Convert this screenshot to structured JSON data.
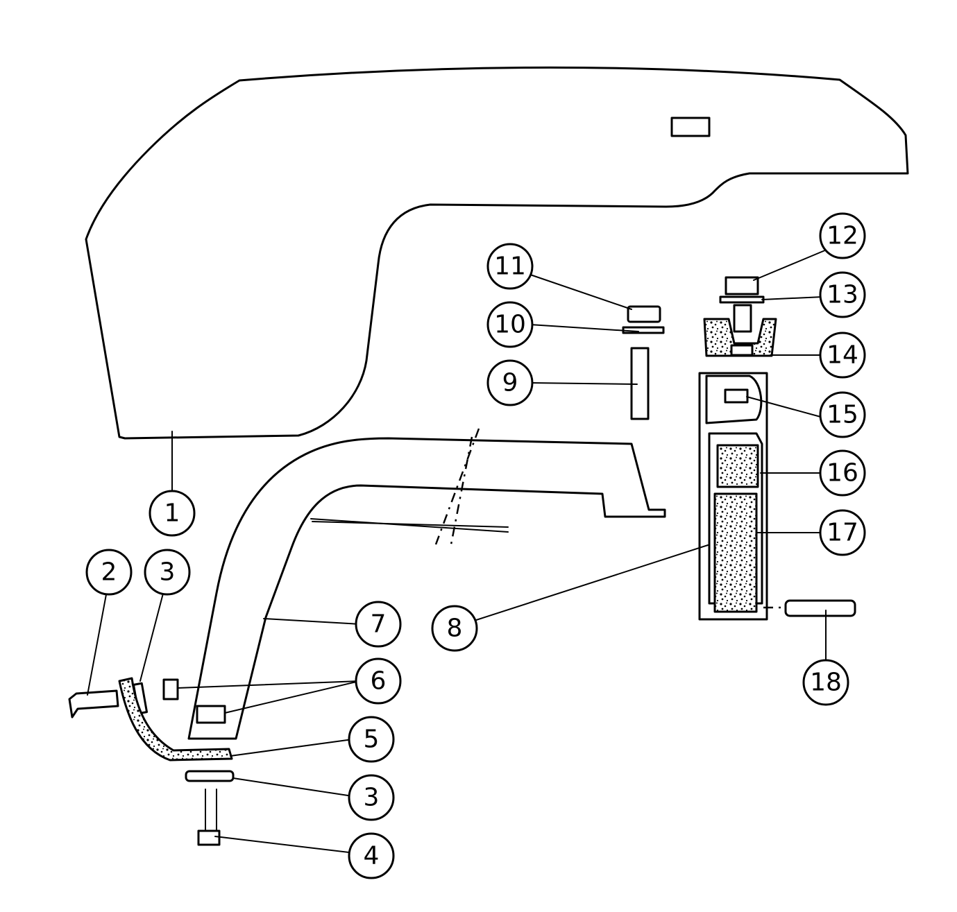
{
  "callouts": [
    {
      "id": "1",
      "label": "1"
    },
    {
      "id": "2",
      "label": "2"
    },
    {
      "id": "3a",
      "label": "3"
    },
    {
      "id": "3b",
      "label": "3"
    },
    {
      "id": "4",
      "label": "4"
    },
    {
      "id": "5",
      "label": "5"
    },
    {
      "id": "6",
      "label": "6"
    },
    {
      "id": "7",
      "label": "7"
    },
    {
      "id": "8",
      "label": "8"
    },
    {
      "id": "9",
      "label": "9"
    },
    {
      "id": "10",
      "label": "10"
    },
    {
      "id": "11",
      "label": "11"
    },
    {
      "id": "12",
      "label": "12"
    },
    {
      "id": "13",
      "label": "13"
    },
    {
      "id": "14",
      "label": "14"
    },
    {
      "id": "15",
      "label": "15"
    },
    {
      "id": "16",
      "label": "16"
    },
    {
      "id": "17",
      "label": "17"
    },
    {
      "id": "18",
      "label": "18"
    }
  ],
  "colors": {
    "ink": "#000000",
    "paper": "#ffffff"
  }
}
